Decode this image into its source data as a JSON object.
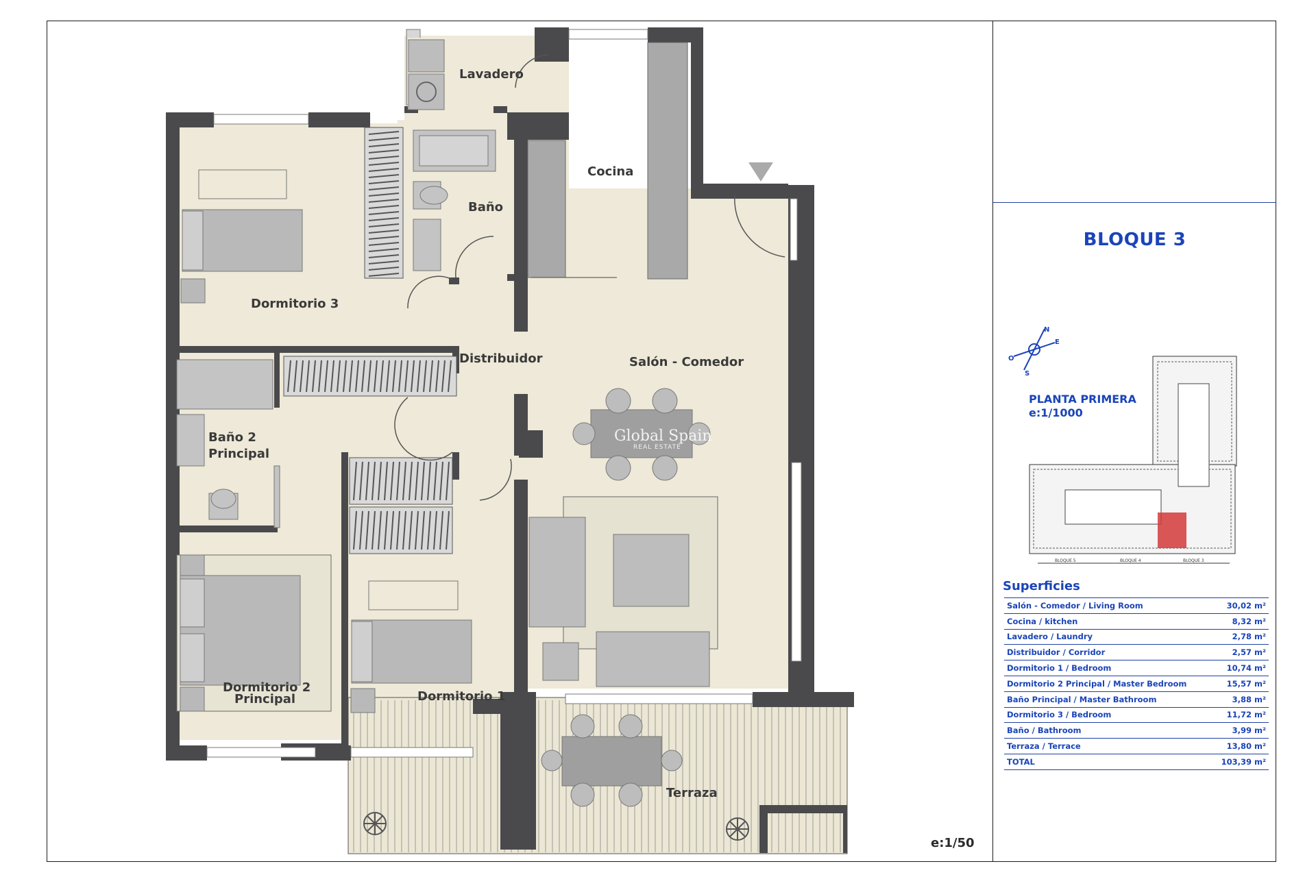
{
  "plan": {
    "rooms": {
      "lavadero": "Lavadero",
      "cocina": "Cocina",
      "bano": "Baño",
      "dormitorio3": "Dormitorio 3",
      "distribuidor": "Distribuidor",
      "salon": "Salón - Comedor",
      "bano2_line1": "Baño 2",
      "bano2_line2": "Principal",
      "dormitorio2_line1": "Dormitorio 2",
      "dormitorio2_line2": "Principal",
      "dormitorio1": "Dormitorio 1",
      "terraza": "Terraza"
    },
    "scale": "e:1/50",
    "watermark": {
      "main": "Global Spain",
      "sub": "REAL ESTATE"
    }
  },
  "panel": {
    "block_title": "BLOQUE 3",
    "compass": {
      "n": "N",
      "s": "S",
      "e": "E",
      "o": "O"
    },
    "level_title": "PLANTA PRIMERA",
    "level_scale": "e:1/1000",
    "key_plan_labels": [
      "BLOQUE 5",
      "BLOQUE 4",
      "BLOQUE 3"
    ],
    "surfaces_title": "Superficies",
    "surfaces": [
      {
        "name": "Salón - Comedor / Living Room",
        "value": "30,02 m²"
      },
      {
        "name": "Cocina / kitchen",
        "value": "8,32 m²"
      },
      {
        "name": "Lavadero / Laundry",
        "value": "2,78 m²"
      },
      {
        "name": "Distribuidor / Corridor",
        "value": "2,57 m²"
      },
      {
        "name": "Dormitorio 1 / Bedroom",
        "value": "10,74 m²"
      },
      {
        "name": "Dormitorio 2 Principal / Master Bedroom",
        "value": "15,57 m²"
      },
      {
        "name": "Baño Principal / Master Bathroom",
        "value": "3,88 m²"
      },
      {
        "name": "Dormitorio 3 / Bedroom",
        "value": "11,72 m²"
      },
      {
        "name": "Baño / Bathroom",
        "value": "3,99 m²"
      },
      {
        "name": "Terraza  / Terrace",
        "value": "13,80 m²"
      },
      {
        "name": "TOTAL",
        "value": "103,39 m²"
      }
    ]
  },
  "colors": {
    "wall": "#4a4a4c",
    "floor": "#eee9d8",
    "furniture": "#bdbdbd",
    "accent_blue": "#1a44b8",
    "highlight_red": "#d23a3a"
  }
}
